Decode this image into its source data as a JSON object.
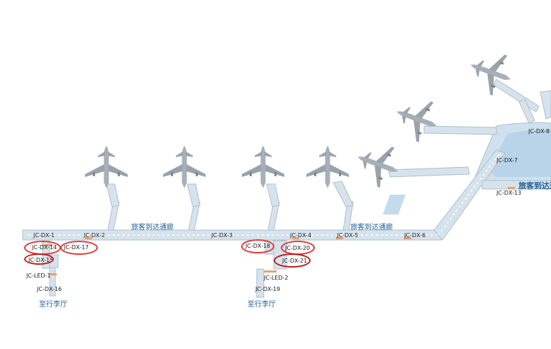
{
  "corridor_label": "旅客到达通廊",
  "baggage_label": "至行李厅",
  "sensors": {
    "dx1": "JC-DX-1",
    "dx2": "JC-DX-2",
    "dx3": "JC-DX-3",
    "dx4": "JC-DX-4",
    "dx5": "JC-DX-5",
    "dx6": "JC-DX-6",
    "dx7": "JC-DX-7",
    "dx8": "JC-DX-8",
    "dx13": "JC-DX-13",
    "dx14": "JC-DX-14",
    "dx15": "JC-DX-15",
    "dx16": "JC-DX-16",
    "dx17": "JC-DX-17",
    "dx18": "JC-DX-18",
    "dx19": "JC-DX-19",
    "dx20": "JC-DX-20",
    "dx21": "JC-DX-21",
    "led1": "JC-LED-1",
    "led2": "JC-LED-2"
  },
  "colors": {
    "corridor": "#d7e3ec",
    "corridor_edge": "#aebfcc",
    "terminal": "#cfe1ef",
    "aircraft": "#a7b0b8",
    "highlight": "#e23a3a",
    "text_blue": "#1f5f95",
    "floor_marker": "#e8a16a"
  }
}
